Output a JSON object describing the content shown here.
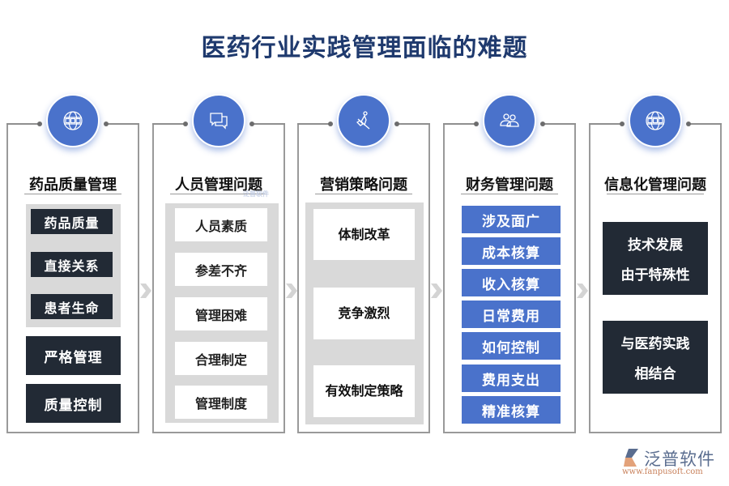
{
  "title": "医药行业实践管理面临的难题",
  "colors": {
    "title": "#1f3a6e",
    "accent_blue": "#4a72cb",
    "dark_chip": "#222a35",
    "group_gray": "#d9d9d9",
    "border_gray": "#9a9a9a",
    "arrow_gray": "#d4d4d4"
  },
  "columns": [
    {
      "icon": "globe-icon",
      "title": "药品质量管理",
      "group_items": [
        "药品质量",
        "直接关系",
        "患者生命"
      ],
      "items": [
        "严格管理",
        "质量控制"
      ]
    },
    {
      "icon": "chat-bubbles-icon",
      "title": "人员管理问题",
      "items": [
        "人员素质",
        "参差不齐",
        "管理困难",
        "合理制定",
        "管理制度"
      ]
    },
    {
      "icon": "rowing-person-icon",
      "title": "营销策略问题",
      "items": [
        "体制改革",
        "竞争激烈",
        "有效制定策略"
      ]
    },
    {
      "icon": "users-icon",
      "title": "财务管理问题",
      "items": [
        "涉及面广",
        "成本核算",
        "收入核算",
        "日常费用",
        "如何控制",
        "费用支出",
        "精准核算"
      ]
    },
    {
      "icon": "globe-icon",
      "title": "信息化管理问题",
      "blocks": [
        [
          "技术发展",
          "由于特殊性"
        ],
        [
          "与医药实践",
          "相结合"
        ]
      ]
    }
  ],
  "watermark": {
    "small": "泛普软件",
    "logo_name": "泛普软件",
    "logo_url": "www.fanpusoft.com"
  }
}
